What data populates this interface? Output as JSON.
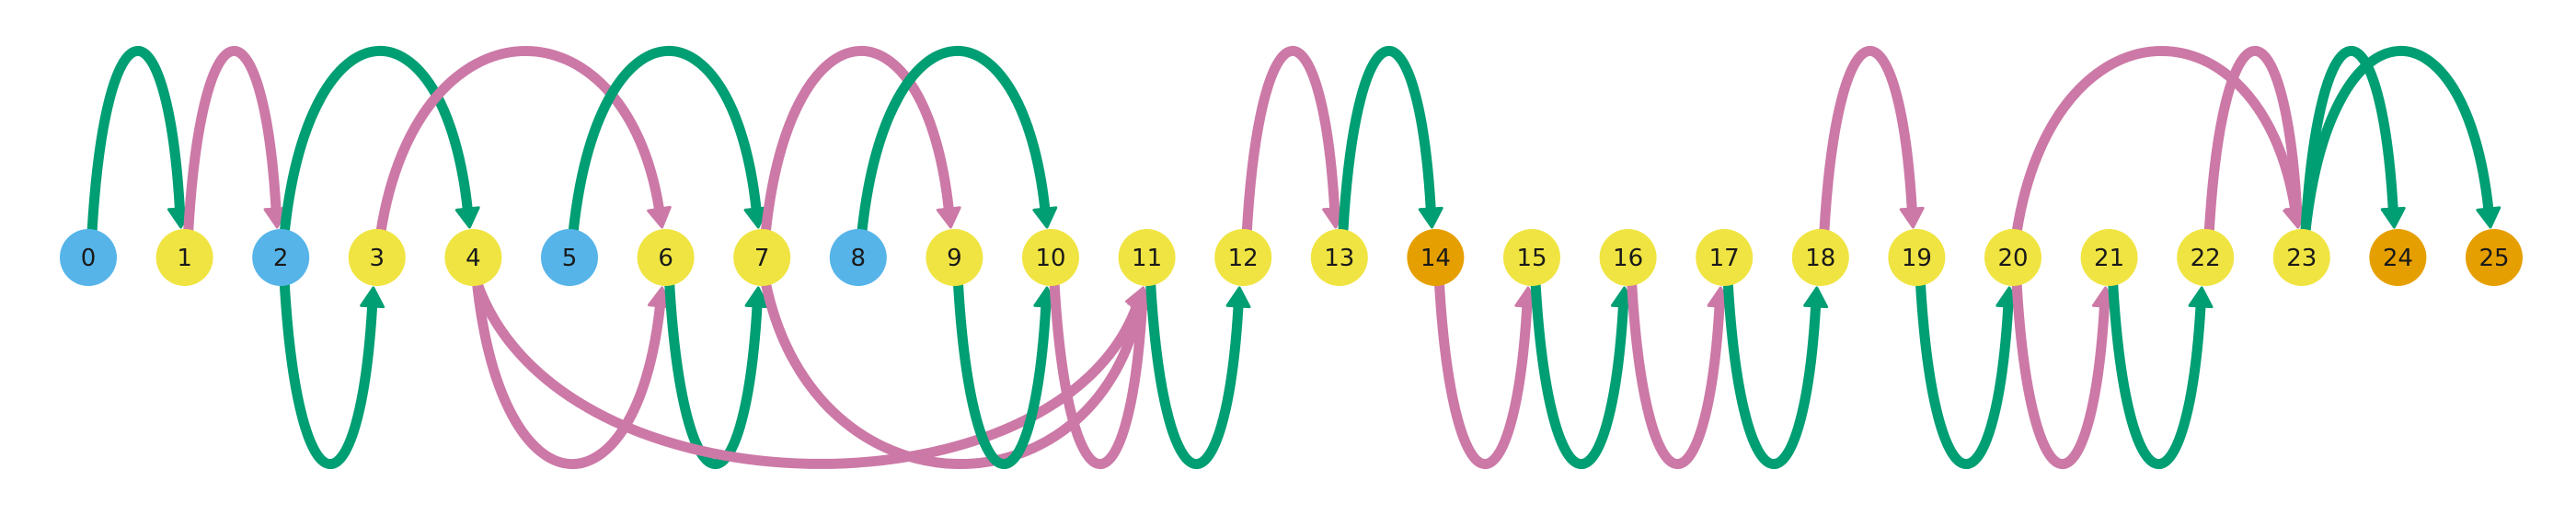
{
  "colors": {
    "green": "#009E73",
    "pink": "#CC79A7",
    "node_blue": "#56B4E9",
    "node_yellow": "#F0E442",
    "node_orange": "#E69F00",
    "background": "#FFFFFF"
  },
  "nodes": [
    {
      "label": "0",
      "color": "node_blue"
    },
    {
      "label": "1",
      "color": "node_yellow"
    },
    {
      "label": "2",
      "color": "node_blue"
    },
    {
      "label": "3",
      "color": "node_yellow"
    },
    {
      "label": "4",
      "color": "node_yellow"
    },
    {
      "label": "5",
      "color": "node_blue"
    },
    {
      "label": "6",
      "color": "node_yellow"
    },
    {
      "label": "7",
      "color": "node_yellow"
    },
    {
      "label": "8",
      "color": "node_blue"
    },
    {
      "label": "9",
      "color": "node_yellow"
    },
    {
      "label": "10",
      "color": "node_yellow"
    },
    {
      "label": "11",
      "color": "node_yellow"
    },
    {
      "label": "12",
      "color": "node_yellow"
    },
    {
      "label": "13",
      "color": "node_yellow"
    },
    {
      "label": "14",
      "color": "node_orange"
    },
    {
      "label": "15",
      "color": "node_yellow"
    },
    {
      "label": "16",
      "color": "node_yellow"
    },
    {
      "label": "17",
      "color": "node_yellow"
    },
    {
      "label": "18",
      "color": "node_yellow"
    },
    {
      "label": "19",
      "color": "node_yellow"
    },
    {
      "label": "20",
      "color": "node_yellow"
    },
    {
      "label": "21",
      "color": "node_yellow"
    },
    {
      "label": "22",
      "color": "node_yellow"
    },
    {
      "label": "23",
      "color": "node_yellow"
    },
    {
      "label": "24",
      "color": "node_orange"
    },
    {
      "label": "25",
      "color": "node_orange"
    }
  ],
  "edges": [
    {
      "from": 0,
      "to": 1,
      "color": "green",
      "side": "above"
    },
    {
      "from": 1,
      "to": 2,
      "color": "pink",
      "side": "above"
    },
    {
      "from": 2,
      "to": 4,
      "color": "green",
      "side": "above"
    },
    {
      "from": 3,
      "to": 6,
      "color": "pink",
      "side": "above"
    },
    {
      "from": 5,
      "to": 7,
      "color": "green",
      "side": "above"
    },
    {
      "from": 7,
      "to": 9,
      "color": "pink",
      "side": "above"
    },
    {
      "from": 8,
      "to": 10,
      "color": "green",
      "side": "above"
    },
    {
      "from": 12,
      "to": 13,
      "color": "pink",
      "side": "above"
    },
    {
      "from": 13,
      "to": 14,
      "color": "green",
      "side": "above"
    },
    {
      "from": 18,
      "to": 19,
      "color": "pink",
      "side": "above"
    },
    {
      "from": 20,
      "to": 23,
      "color": "pink",
      "side": "above"
    },
    {
      "from": 22,
      "to": 23,
      "color": "pink",
      "side": "above"
    },
    {
      "from": 23,
      "to": 24,
      "color": "green",
      "side": "above"
    },
    {
      "from": 23,
      "to": 25,
      "color": "green",
      "side": "above"
    },
    {
      "from": 2,
      "to": 3,
      "color": "green",
      "side": "below"
    },
    {
      "from": 4,
      "to": 6,
      "color": "pink",
      "side": "below"
    },
    {
      "from": 6,
      "to": 7,
      "color": "green",
      "side": "below"
    },
    {
      "from": 4,
      "to": 11,
      "color": "pink",
      "side": "below"
    },
    {
      "from": 7,
      "to": 11,
      "color": "pink",
      "side": "below"
    },
    {
      "from": 9,
      "to": 10,
      "color": "green",
      "side": "below"
    },
    {
      "from": 10,
      "to": 11,
      "color": "pink",
      "side": "below"
    },
    {
      "from": 11,
      "to": 12,
      "color": "green",
      "side": "below"
    },
    {
      "from": 14,
      "to": 15,
      "color": "pink",
      "side": "below"
    },
    {
      "from": 15,
      "to": 16,
      "color": "green",
      "side": "below"
    },
    {
      "from": 16,
      "to": 17,
      "color": "pink",
      "side": "below"
    },
    {
      "from": 17,
      "to": 18,
      "color": "green",
      "side": "below"
    },
    {
      "from": 19,
      "to": 20,
      "color": "green",
      "side": "below"
    },
    {
      "from": 20,
      "to": 21,
      "color": "pink",
      "side": "below"
    },
    {
      "from": 21,
      "to": 22,
      "color": "green",
      "side": "below"
    }
  ]
}
